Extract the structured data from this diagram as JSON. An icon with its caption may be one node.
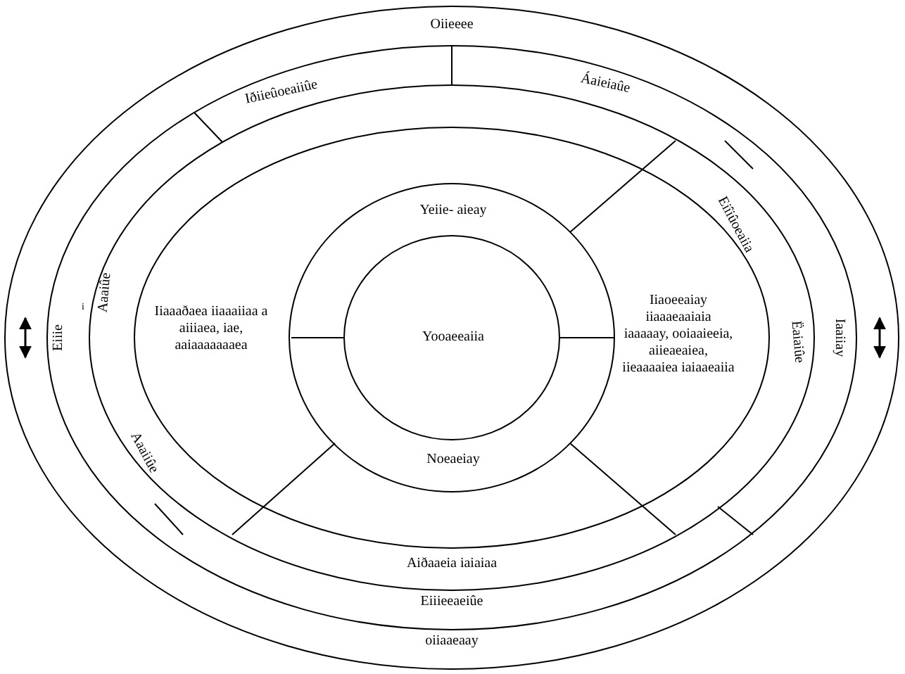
{
  "diagram": {
    "nodes": [
      {
        "text": [
          "Oiieeee",
          "oiiaaeaay"
        ]
      },
      {
        "text": [
          "Iðiieûoeaiiûe",
          "Áaieiaûe",
          "Eiiie",
          "Iaaiiay",
          "Eiiieeaeiûe"
        ],
        "in": 0
      },
      {
        "text": [
          "Eiîiûoeaiia",
          "Aaaiûe",
          "Ëaiaiûe",
          "Aaaiiûe",
          "Aiðaaeia iaiaiaa"
        ],
        "in": 1
      },
      {
        "text": [
          "Iiaaaðaea iiaaaiiaa a aiiiaea, iae, aaiaaaaaaaea",
          "Iiaoeeaiay iiaaaeaaiaia iaaaaay, ooiaaieeia, aiieaeaiea, iieaaaaiea iaiaaeaiia"
        ],
        "in": 2
      },
      {
        "text": [
          "Yeiie- aieay",
          "Noeaeiay"
        ],
        "in": 3
      },
      {
        "text": [
          "Yooaeeaiia"
        ],
        "in": 4
      }
    ],
    "labels": [
      "i"
    ]
  }
}
